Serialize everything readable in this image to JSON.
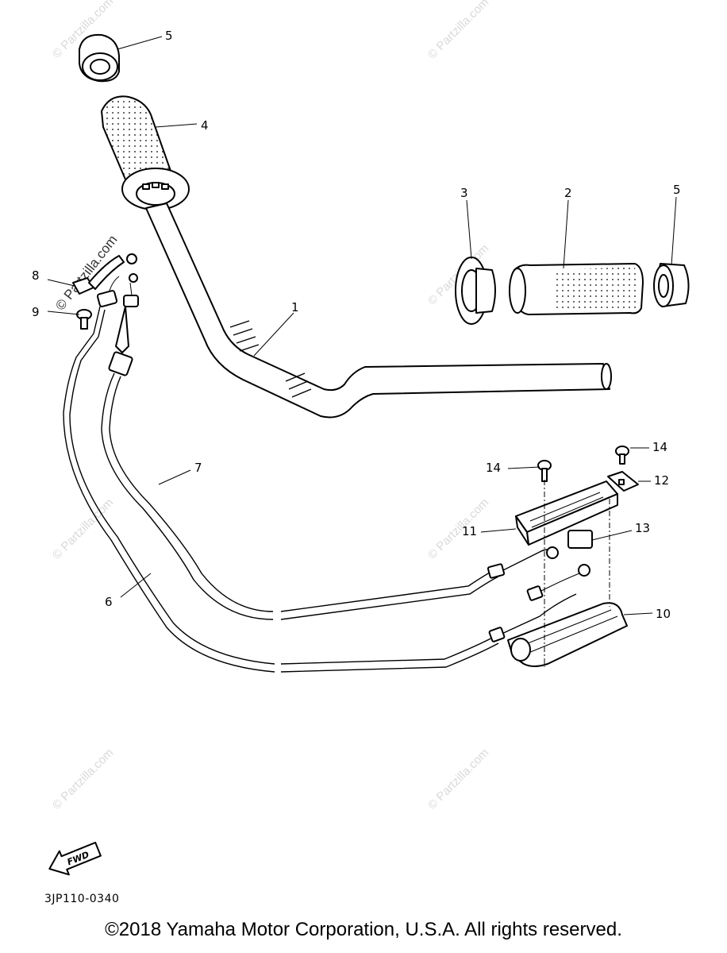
{
  "callouts": [
    {
      "id": "c5a",
      "label": "5"
    },
    {
      "id": "c4",
      "label": "4"
    },
    {
      "id": "c3",
      "label": "3"
    },
    {
      "id": "c2",
      "label": "2"
    },
    {
      "id": "c5b",
      "label": "5"
    },
    {
      "id": "c8",
      "label": "8"
    },
    {
      "id": "c9",
      "label": "9"
    },
    {
      "id": "c1",
      "label": "1"
    },
    {
      "id": "c7",
      "label": "7"
    },
    {
      "id": "c6",
      "label": "6"
    },
    {
      "id": "c14a",
      "label": "14"
    },
    {
      "id": "c14b",
      "label": "14"
    },
    {
      "id": "c12",
      "label": "12"
    },
    {
      "id": "c11",
      "label": "11"
    },
    {
      "id": "c13",
      "label": "13"
    },
    {
      "id": "c10",
      "label": "10"
    }
  ],
  "watermark_text": "© Partzilla.com",
  "fwd_label": "FWD",
  "diagram_code": "3JP110-0340",
  "copyright": "©2018  Yamaha Motor Corporation, U.S.A. All rights reserved."
}
